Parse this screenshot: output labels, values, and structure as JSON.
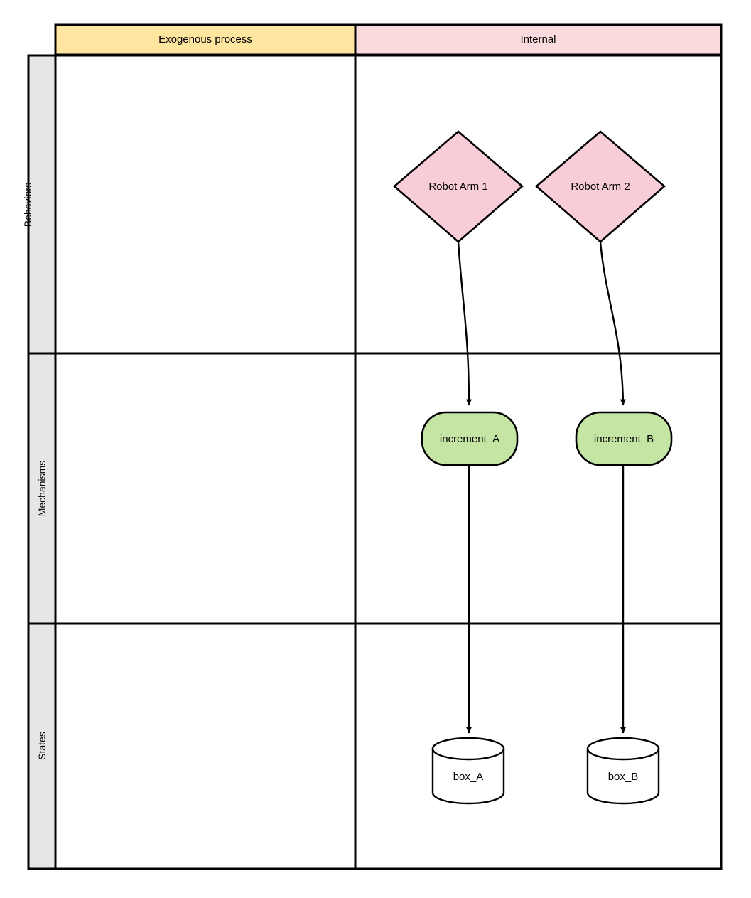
{
  "diagram": {
    "type": "swimlane-matrix",
    "columns": [
      {
        "id": "exogenous",
        "label": "Exogenous process",
        "color": "#ffe6a0"
      },
      {
        "id": "internal",
        "label": "Internal",
        "color": "#fadadd"
      }
    ],
    "rows": [
      {
        "id": "behaviors",
        "label": "Behaviors",
        "color": "#e6e6e6"
      },
      {
        "id": "mechanisms",
        "label": "Mechanisms",
        "color": "#e6e6e6"
      },
      {
        "id": "states",
        "label": "States",
        "color": "#e6e6e6"
      }
    ],
    "nodes": [
      {
        "id": "robot_arm_1",
        "label": "Robot Arm 1",
        "shape": "diamond",
        "fill": "#f8cdd8",
        "stroke": "#000000",
        "row": "behaviors",
        "column": "internal"
      },
      {
        "id": "robot_arm_2",
        "label": "Robot Arm 2",
        "shape": "diamond",
        "fill": "#f8cdd8",
        "stroke": "#000000",
        "row": "behaviors",
        "column": "internal"
      },
      {
        "id": "increment_a",
        "label": "increment_A",
        "shape": "rounded-rect",
        "fill": "#c5e5a4",
        "stroke": "#000000",
        "row": "mechanisms",
        "column": "internal"
      },
      {
        "id": "increment_b",
        "label": "increment_B",
        "shape": "rounded-rect",
        "fill": "#c5e5a4",
        "stroke": "#000000",
        "row": "mechanisms",
        "column": "internal"
      },
      {
        "id": "box_a",
        "label": "box_A",
        "shape": "cylinder",
        "fill": "#ffffff",
        "stroke": "#000000",
        "row": "states",
        "column": "internal"
      },
      {
        "id": "box_b",
        "label": "box_B",
        "shape": "cylinder",
        "fill": "#ffffff",
        "stroke": "#000000",
        "row": "states",
        "column": "internal"
      }
    ],
    "edges": [
      {
        "id": "edge-arm1-inca",
        "from": "robot_arm_1",
        "to": "increment_a",
        "style": "curved",
        "arrow": "filled-triangle"
      },
      {
        "id": "edge-arm2-incb",
        "from": "robot_arm_2",
        "to": "increment_b",
        "style": "curved",
        "arrow": "filled-triangle"
      },
      {
        "id": "edge-inca-boxa",
        "from": "increment_a",
        "to": "box_a",
        "style": "straight",
        "arrow": "filled-triangle"
      },
      {
        "id": "edge-incb-boxb",
        "from": "increment_b",
        "to": "box_b",
        "style": "straight",
        "arrow": "filled-triangle"
      }
    ]
  }
}
